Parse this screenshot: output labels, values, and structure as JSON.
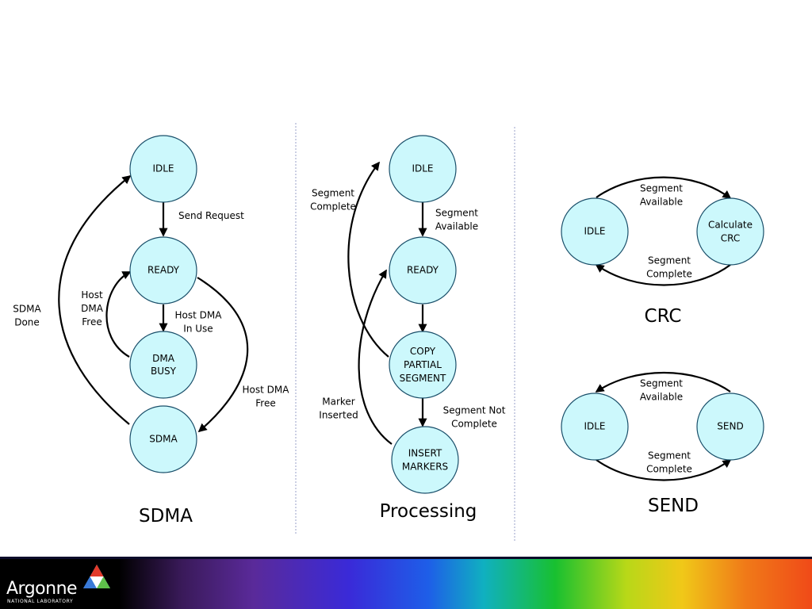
{
  "sections": {
    "sdma": {
      "title": "SDMA",
      "states": {
        "idle": "IDLE",
        "ready": "READY",
        "dma_busy": [
          "DMA",
          "BUSY"
        ],
        "sdma": "SDMA"
      },
      "transitions": {
        "send_request": [
          "Send Request"
        ],
        "host_dma_in_use": [
          "Host DMA",
          "In Use"
        ],
        "host_dma_free_left": [
          "Host",
          "DMA",
          "Free"
        ],
        "host_dma_free_right": [
          "Host DMA",
          "Free"
        ],
        "sdma_done": [
          "SDMA",
          "Done"
        ]
      }
    },
    "processing": {
      "title": "Processing",
      "states": {
        "idle": "IDLE",
        "ready": "READY",
        "copy": [
          "COPY",
          "PARTIAL",
          "SEGMENT"
        ],
        "insert": [
          "INSERT",
          "MARKERS"
        ]
      },
      "transitions": {
        "segment_complete": [
          "Segment",
          "Complete"
        ],
        "segment_available": [
          "Segment",
          "Available"
        ],
        "segment_not_complete": [
          "Segment Not",
          "Complete"
        ],
        "marker_inserted": [
          "Marker",
          "Inserted"
        ]
      }
    },
    "crc": {
      "title": "CRC",
      "states": {
        "idle": "IDLE",
        "calc": [
          "Calculate",
          "CRC"
        ]
      },
      "transitions": {
        "segment_available": [
          "Segment",
          "Available"
        ],
        "segment_complete": [
          "Segment",
          "Complete"
        ]
      }
    },
    "send": {
      "title": "SEND",
      "states": {
        "idle": "IDLE",
        "send": "SEND"
      },
      "transitions": {
        "segment_available": [
          "Segment",
          "Available"
        ],
        "segment_complete": [
          "Segment",
          "Complete"
        ]
      }
    }
  },
  "footer": {
    "logo_word": "Argonne",
    "logo_sub": "NATIONAL LABORATORY"
  },
  "colors": {
    "node_fill": "#ccf8fc",
    "node_stroke": "#1a4f6a",
    "edge": "#000000"
  }
}
